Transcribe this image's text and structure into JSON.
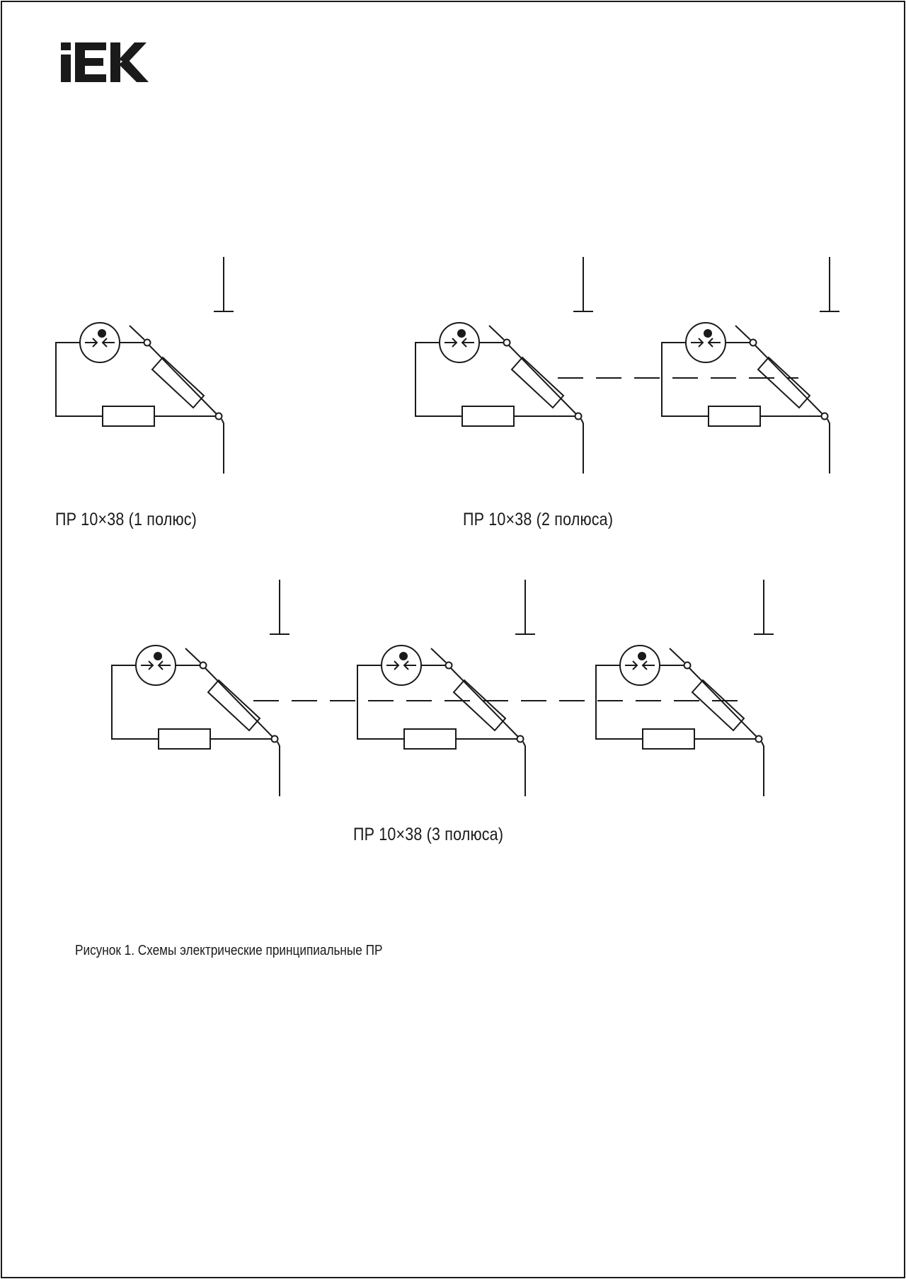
{
  "brand": {
    "logo_text": "IEK",
    "logo_color": "#1a1a1a"
  },
  "diagrams": [
    {
      "id": "1p",
      "caption": "ПР 10×38 (1 полюс)",
      "poles": 1
    },
    {
      "id": "2p",
      "caption": "ПР 10×38 (2 полюса)",
      "poles": 2
    },
    {
      "id": "3p",
      "caption": "ПР 10×38 (3 полюса)",
      "poles": 3
    }
  ],
  "figure_caption": "Рисунок 1. Схемы электрические принципиальные ПР",
  "colors": {
    "line": "#1a1a1a",
    "background": "#ffffff"
  }
}
